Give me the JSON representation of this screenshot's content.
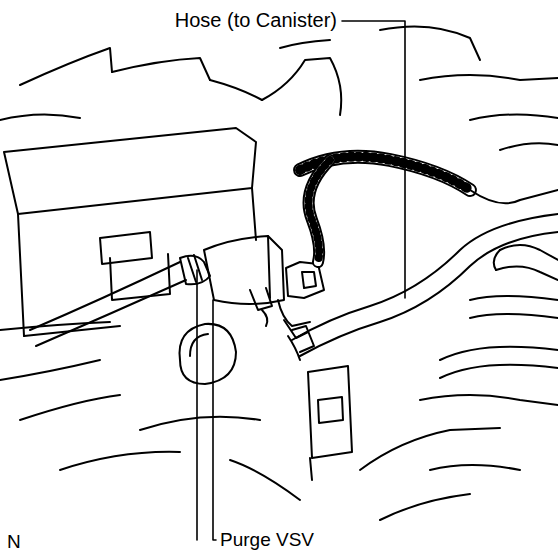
{
  "diagram": {
    "labels": [
      "Hose (to Canister)",
      "Purge VSV",
      "N"
    ]
  }
}
